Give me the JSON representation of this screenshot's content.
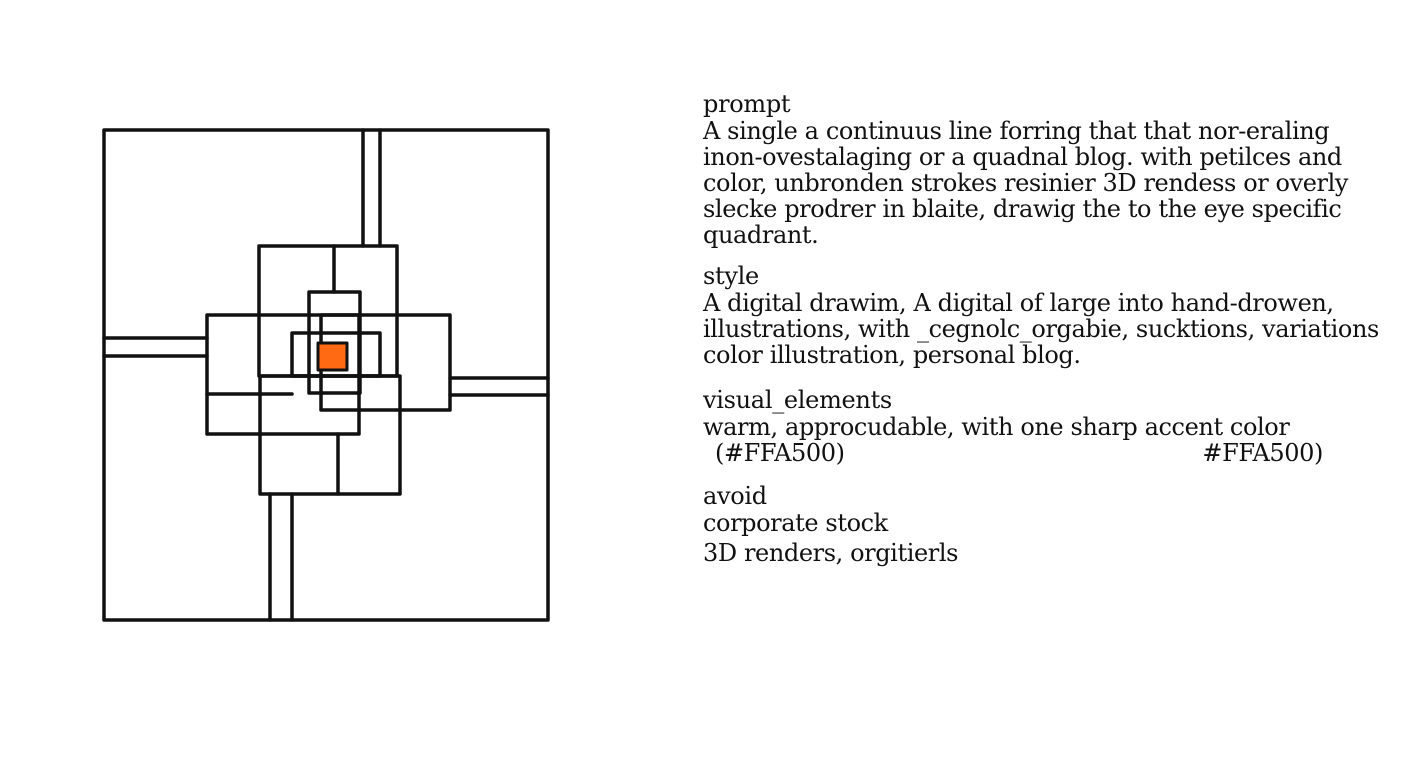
{
  "accent_color": "#FF6A13",
  "icon": "nested-squares-line-drawing",
  "sections": {
    "prompt": {
      "heading": "prompt",
      "lines": [
        "A single a continuus line forring that that nor-eraling",
        "inon-ovestalaging or a quadnal blog.  with petilces and",
        "color, unbronden  strokes resinier 3D rendess or overly",
        "slecke prodrer in blaite, drawig the to the eye specific",
        "quadrant."
      ]
    },
    "style": {
      "heading": "style",
      "lines": [
        "A digital drawim,  A digital of large into hand-drowen,",
        "illustrations, with _cegnolc_orgabie, sucktions, variations",
        "color illustration, personal blog."
      ]
    },
    "visual_elements": {
      "heading": "visual_elements",
      "line_1": "warm, approcudable, with  one sharp accent color",
      "line_2_left": "(#FFA500)",
      "line_2_right": "#FFA500)"
    },
    "avoid": {
      "heading": "avoid",
      "lines": [
        "corporate stock",
        "3D renders, orgitierls"
      ]
    }
  }
}
